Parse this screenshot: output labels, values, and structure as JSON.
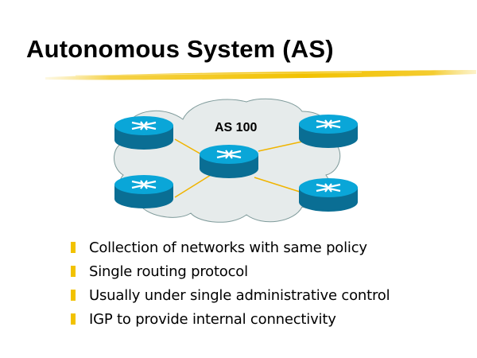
{
  "slide": {
    "title": "Autonomous System (AS)",
    "accent_color": "#f2c200",
    "diagram": {
      "label": "AS 100",
      "cloud_color": "#e6ebeb",
      "router_color": "#0aa6d8",
      "link_color": "#f0b400",
      "routers": [
        {
          "name": "top-left"
        },
        {
          "name": "bottom-left"
        },
        {
          "name": "center"
        },
        {
          "name": "top-right"
        },
        {
          "name": "bottom-right"
        }
      ],
      "links": [
        [
          "center",
          "top-left"
        ],
        [
          "center",
          "bottom-left"
        ],
        [
          "center",
          "top-right"
        ],
        [
          "center",
          "bottom-right"
        ]
      ]
    },
    "bullets": [
      "Collection of networks with same policy",
      "Single routing protocol",
      "Usually under single administrative control",
      "IGP to provide internal connectivity"
    ]
  }
}
